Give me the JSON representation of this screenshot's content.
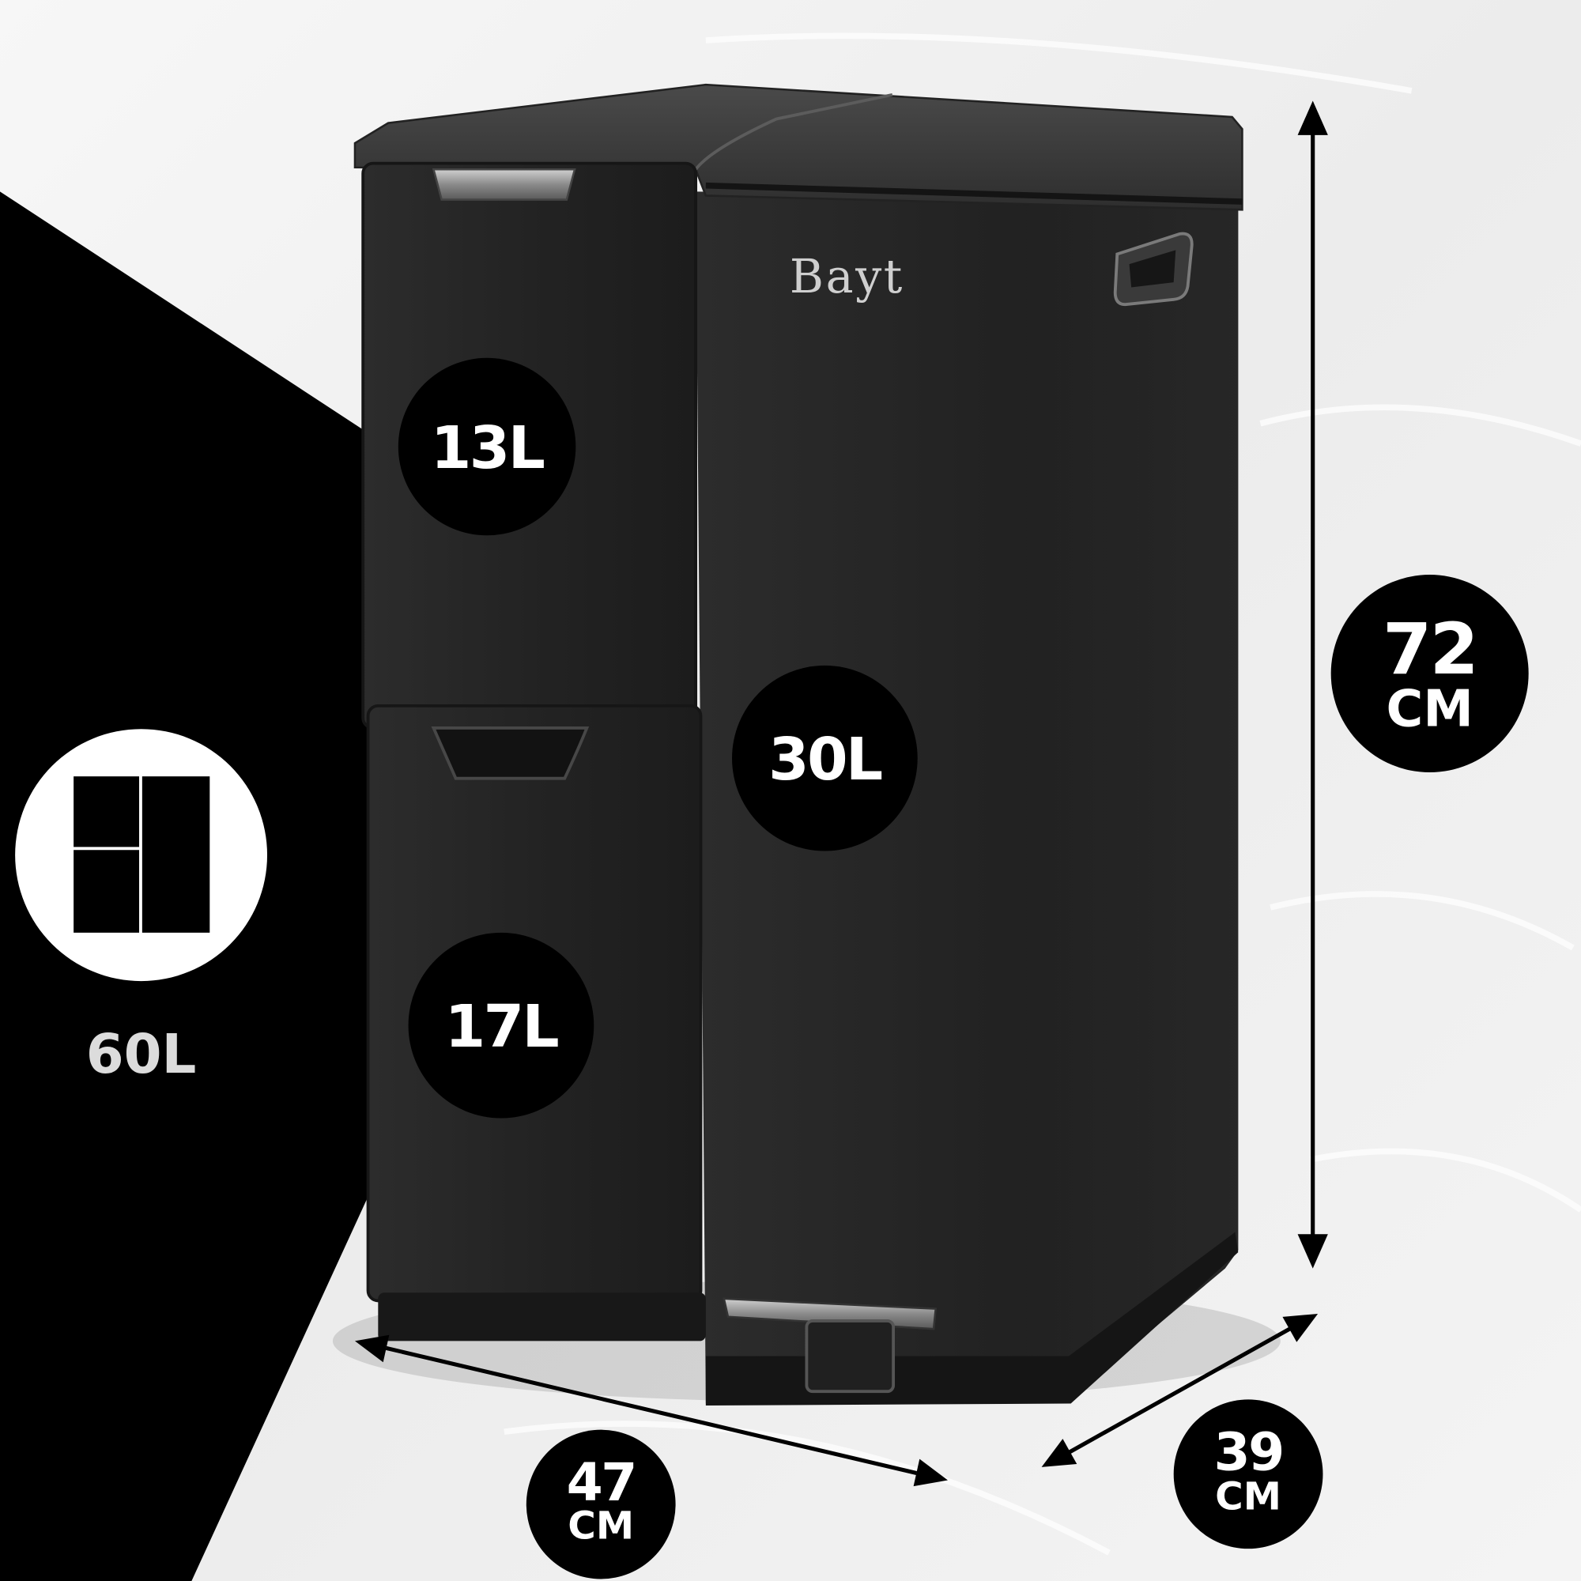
{
  "product": {
    "brand": "Bayt",
    "total_capacity": "60L",
    "compartments": [
      {
        "label": "13L"
      },
      {
        "label": "30L"
      },
      {
        "label": "17L"
      }
    ]
  },
  "dimensions": {
    "height": {
      "value": "72",
      "unit": "CM"
    },
    "width": {
      "value": "47",
      "unit": "CM"
    },
    "depth": {
      "value": "39",
      "unit": "CM"
    }
  },
  "colors": {
    "background": "#f0f0f0",
    "accent_panel": "#000000",
    "bin_body": "#242424",
    "badge": "#000000",
    "badge_text": "#ffffff",
    "capacity_text": "#dcdcdc",
    "brand_text": "#cfcfcf"
  },
  "icons": {
    "layout": "compartment-layout-icon",
    "dimension_arrow": "double-arrow-icon"
  }
}
